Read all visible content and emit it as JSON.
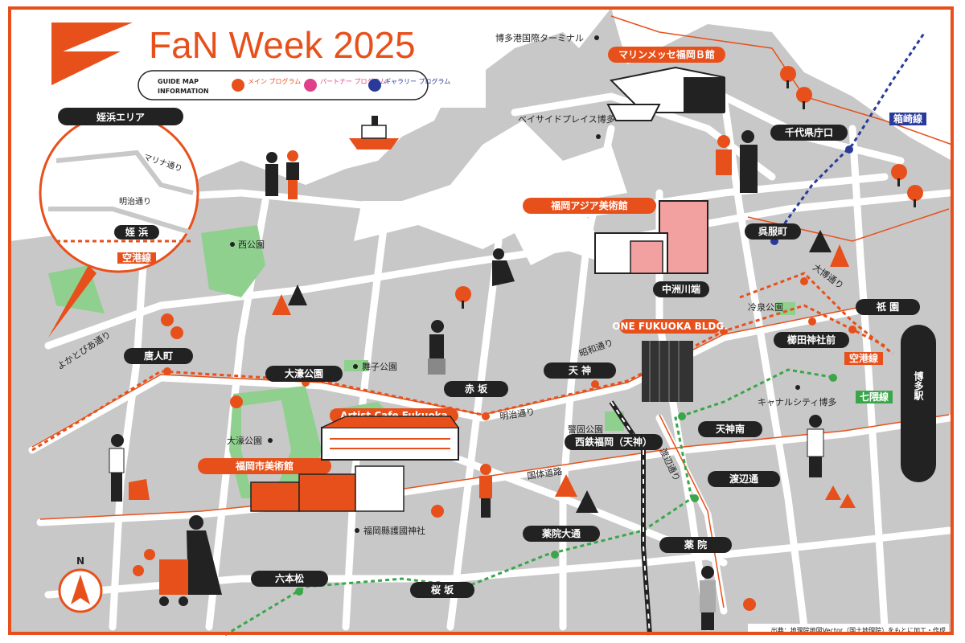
{
  "title": "FaN Week 2025",
  "legend": {
    "heading_1": "GUIDE MAP",
    "heading_2": "INFORMATION",
    "main": "メイン\nプログラム",
    "partner": "パートナー\nプログラム",
    "gallery": "ギャラリー\nプログラム"
  },
  "inset": {
    "title": "姪浜エリア",
    "road_1": "マリナ通り",
    "road_2": "明治通り",
    "station": "姪 浜",
    "line": "空港線"
  },
  "venues": {
    "marine": "マリンメッセ福岡Ｂ館",
    "asia": "福岡アジア美術館",
    "one": "ONE FUKUOKA BLDG.",
    "cafe": "Artist Cafe Fukuoka",
    "city_museum": "福岡市美術館"
  },
  "stations": {
    "chiyo": "千代県庁口",
    "gofuku": "呉服町",
    "nakasu": "中洲川端",
    "gion": "祇 園",
    "kushida": "櫛田神社前",
    "tojinmachi": "唐人町",
    "ohori": "大濠公園",
    "akasaka": "赤 坂",
    "tenjin": "天 神",
    "tenjin_minami": "天神南",
    "nishitetsu": "西鉄福岡（天神）",
    "watanabe": "渡辺通",
    "yakuin_odori": "薬院大通",
    "yakuin": "薬 院",
    "ropponmatsu": "六本松",
    "sakurazaka": "桜 坂",
    "hakata": "博多駅"
  },
  "places": {
    "terminal": "博多港国際ターミナル",
    "bayside": "ベイサイドプレイス博多",
    "nishi_park": "西公園",
    "koshi_park": "舞子公園",
    "ohori_park": "大濠公園",
    "reisen_park": "冷泉公園",
    "keigo_park": "警固公園",
    "canal": "キャナルシティ博多",
    "gokoku": "福岡縣護國神社"
  },
  "roads": {
    "yokatopia": "よかとぴあ通り",
    "meiji": "明治通り",
    "showa": "昭和通り",
    "kokutai": "国体道路",
    "watanabe_dori": "渡辺通り",
    "taihaku": "大博通り"
  },
  "lines": {
    "hakozaki": "箱崎線",
    "kuko": "空港線",
    "nanakuma": "七隈線"
  },
  "compass": "N",
  "credit": "出典：地理院地図Vector（国土地理院）をもとに加工・作成",
  "colors": {
    "accent": "#e8501b",
    "ink": "#222222",
    "land": "#c8c8c8",
    "green": "#8fd08f",
    "nanakuma": "#3aa64a",
    "hakozaki": "#2a3a9a"
  }
}
